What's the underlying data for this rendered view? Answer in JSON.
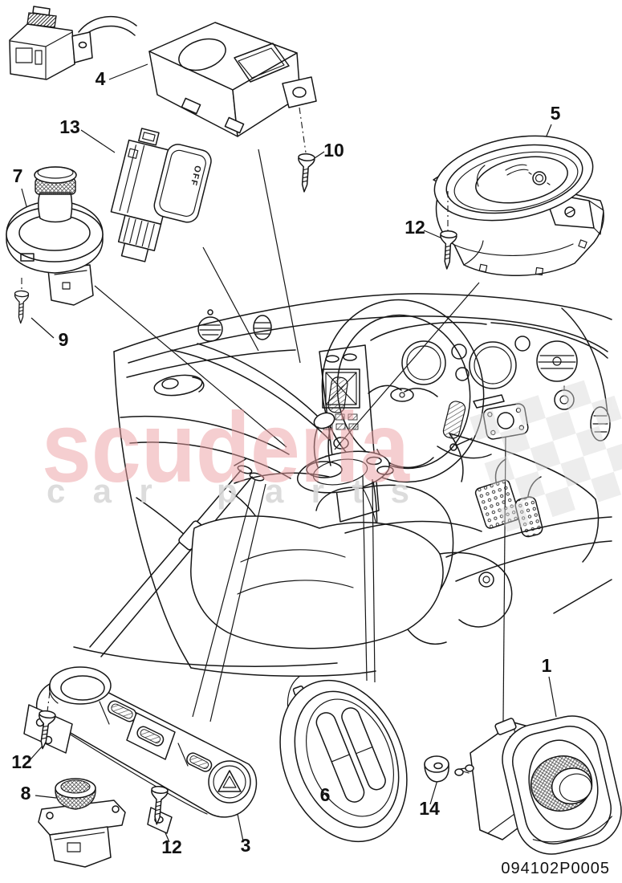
{
  "drawing_number": "094102P0005",
  "part_13_button_text": "OFF",
  "watermark": {
    "brand": "scuderia",
    "subtitle": "car parts",
    "brand_color": "#ec9fa2",
    "subtitle_color": "#d9d9d9",
    "flag_color": "#d9d9d9"
  },
  "line_color": "#161616",
  "background_color": "#ffffff",
  "callouts": [
    {
      "text": "4"
    },
    {
      "text": "13"
    },
    {
      "text": "7"
    },
    {
      "text": "10"
    },
    {
      "text": "9"
    },
    {
      "text": "5"
    },
    {
      "text": "12"
    },
    {
      "text": "12"
    },
    {
      "text": "8"
    },
    {
      "text": "12"
    },
    {
      "text": "3"
    },
    {
      "text": "6"
    },
    {
      "text": "14"
    },
    {
      "text": "1"
    }
  ]
}
